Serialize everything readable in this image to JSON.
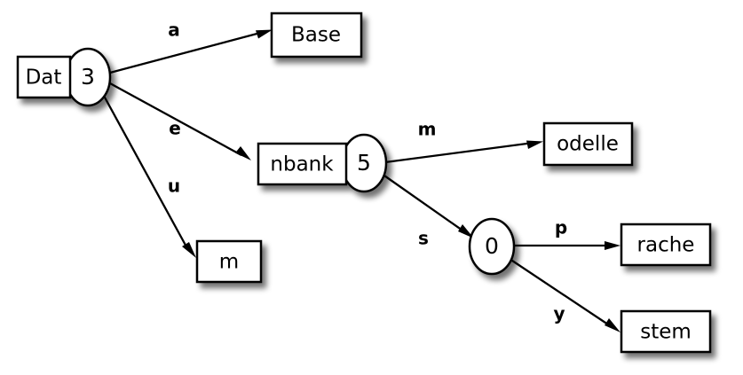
{
  "diagram": {
    "background_color": "#ffffff",
    "stroke_color": "#000000",
    "fill_color": "#ffffff",
    "nodes": [
      {
        "id": "dat3",
        "box_label": "Dat",
        "ellipse_label": "3"
      },
      {
        "id": "base",
        "box_label": "Base",
        "ellipse_label": ""
      },
      {
        "id": "nbank5",
        "box_label": "nbank",
        "ellipse_label": "5"
      },
      {
        "id": "m_leaf",
        "box_label": "m",
        "ellipse_label": ""
      },
      {
        "id": "odelle",
        "box_label": "odelle",
        "ellipse_label": ""
      },
      {
        "id": "zero",
        "box_label": "",
        "ellipse_label": "0"
      },
      {
        "id": "rache",
        "box_label": "rache",
        "ellipse_label": ""
      },
      {
        "id": "stem",
        "box_label": "stem",
        "ellipse_label": ""
      }
    ],
    "edges": [
      {
        "from": "dat3",
        "to": "base",
        "label": "a"
      },
      {
        "from": "dat3",
        "to": "nbank5",
        "label": "e"
      },
      {
        "from": "dat3",
        "to": "m_leaf",
        "label": "u"
      },
      {
        "from": "nbank5",
        "to": "odelle",
        "label": "m"
      },
      {
        "from": "nbank5",
        "to": "zero",
        "label": "s"
      },
      {
        "from": "zero",
        "to": "rache",
        "label": "p"
      },
      {
        "from": "zero",
        "to": "stem",
        "label": "y"
      }
    ]
  }
}
